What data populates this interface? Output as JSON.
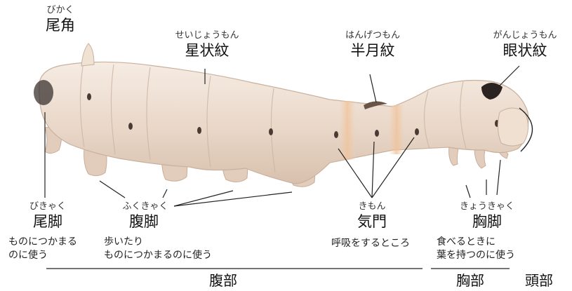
{
  "labels": {
    "bikaku": {
      "ruby": "びかく",
      "term": "尾角"
    },
    "seijoumon": {
      "ruby": "せいじょうもん",
      "term": "星状紋"
    },
    "hangetsumon": {
      "ruby": "はんげつもん",
      "term": "半月紋"
    },
    "ganjoumon": {
      "ruby": "がんじょうもん",
      "term": "眼状紋"
    },
    "bikyaku": {
      "ruby": "びきゃく",
      "term": "尾脚",
      "desc": "ものにつかまる\nのに使う"
    },
    "fukukyaku": {
      "ruby": "ふくきゃく",
      "term": "腹脚",
      "desc": "歩いたり\nものにつかまるのに使う"
    },
    "kimon": {
      "ruby": "きもん",
      "term": "気門",
      "desc": "呼吸をするところ"
    },
    "kyoukyaku": {
      "ruby": "きょうきゃく",
      "term": "胸脚",
      "desc": "食べるときに\n葉を持つのに使う"
    }
  },
  "sections": {
    "abdomen": "腹部",
    "thorax": "胸部",
    "head": "頭部"
  }
}
